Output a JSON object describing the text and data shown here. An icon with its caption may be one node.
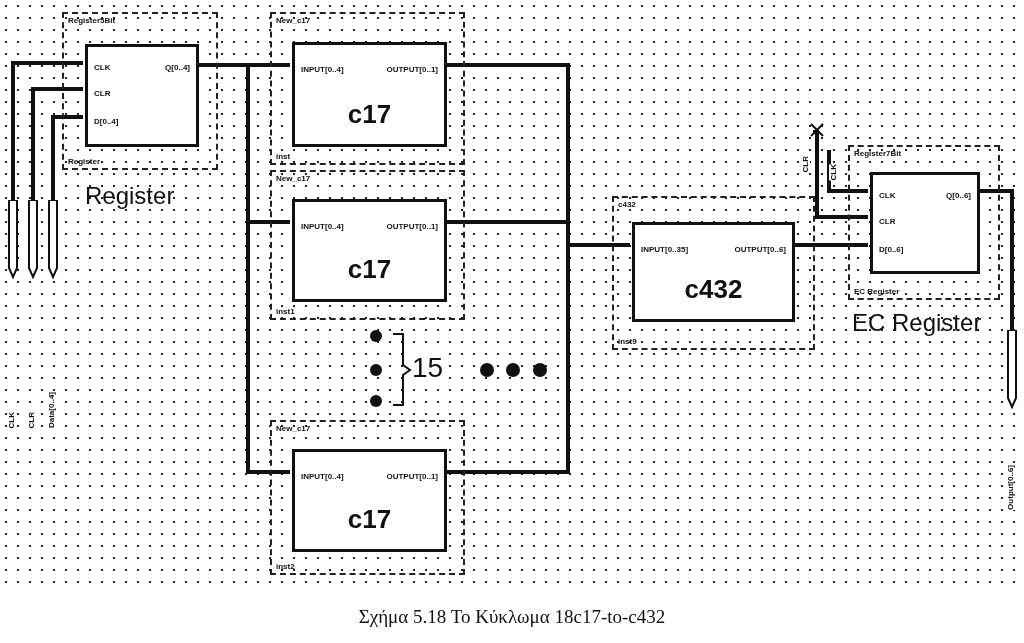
{
  "diagram": {
    "caption": "Σχήμα 5.18 Το Κύκλωμα 18c17-to-c432",
    "nodes": [
      {
        "text": [
          "Register5Bit",
          "Register"
        ],
        "beside": [
          "Register"
        ]
      },
      {
        "text": [
          "CLK",
          "Q[0..4]",
          "CLR",
          "D[0..4]"
        ],
        "in": 0
      },
      {
        "text": [
          "New_c17",
          "inst"
        ]
      },
      {
        "text": [
          "INPUT[0..4]",
          "OUTPUT[0..1]",
          "c17"
        ],
        "in": 2
      },
      {
        "text": [
          "New_c17",
          "inst1"
        ]
      },
      {
        "text": [
          "INPUT[0..4]",
          "OUTPUT[0..1]",
          "c17"
        ],
        "in": 4
      },
      {
        "text": [
          "New_c17",
          "inst2"
        ]
      },
      {
        "text": [
          "INPUT[0..4]",
          "OUTPUT[0..1]",
          "c17"
        ],
        "in": 6
      },
      {
        "text": [
          "c432",
          "inst9"
        ]
      },
      {
        "text": [
          "INPUT[0..35]",
          "OUTPUT[0..6]",
          "c432"
        ],
        "in": 8
      },
      {
        "text": [
          "Register7Bit",
          "EC Register"
        ],
        "beside": [
          "EC Register"
        ]
      },
      {
        "text": [
          "CLK",
          "Q[0..6]",
          "CLR",
          "D[0..6]"
        ],
        "in": 10
      },
      {
        "text": [
          "CLK"
        ]
      },
      {
        "text": [
          "CLR"
        ]
      },
      {
        "text": [
          "Data[0..4]"
        ]
      },
      {
        "text": [
          "CLR"
        ]
      },
      {
        "text": [
          "CLK"
        ]
      },
      {
        "text": [
          "Output[0..6]"
        ]
      }
    ],
    "edges": [
      {
        "from": 12,
        "to": 1,
        "arrow": "none"
      },
      {
        "from": 13,
        "to": 1,
        "arrow": "none"
      },
      {
        "from": 14,
        "to": 1,
        "arrow": "none"
      },
      {
        "from": 1,
        "to": 3,
        "arrow": "none"
      },
      {
        "from": 1,
        "to": 5,
        "arrow": "none"
      },
      {
        "from": 1,
        "to": 7,
        "arrow": "none"
      },
      {
        "from": 3,
        "to": 9,
        "arrow": "none"
      },
      {
        "from": 5,
        "to": 9,
        "arrow": "none"
      },
      {
        "from": 7,
        "to": 9,
        "arrow": "none"
      },
      {
        "from": 9,
        "to": 11,
        "arrow": "none"
      },
      {
        "from": 15,
        "to": 11,
        "arrow": "none"
      },
      {
        "from": 16,
        "to": 11,
        "arrow": "none"
      },
      {
        "from": 11,
        "to": 17,
        "arrow": "none"
      }
    ],
    "labels": [
      "15"
    ]
  }
}
